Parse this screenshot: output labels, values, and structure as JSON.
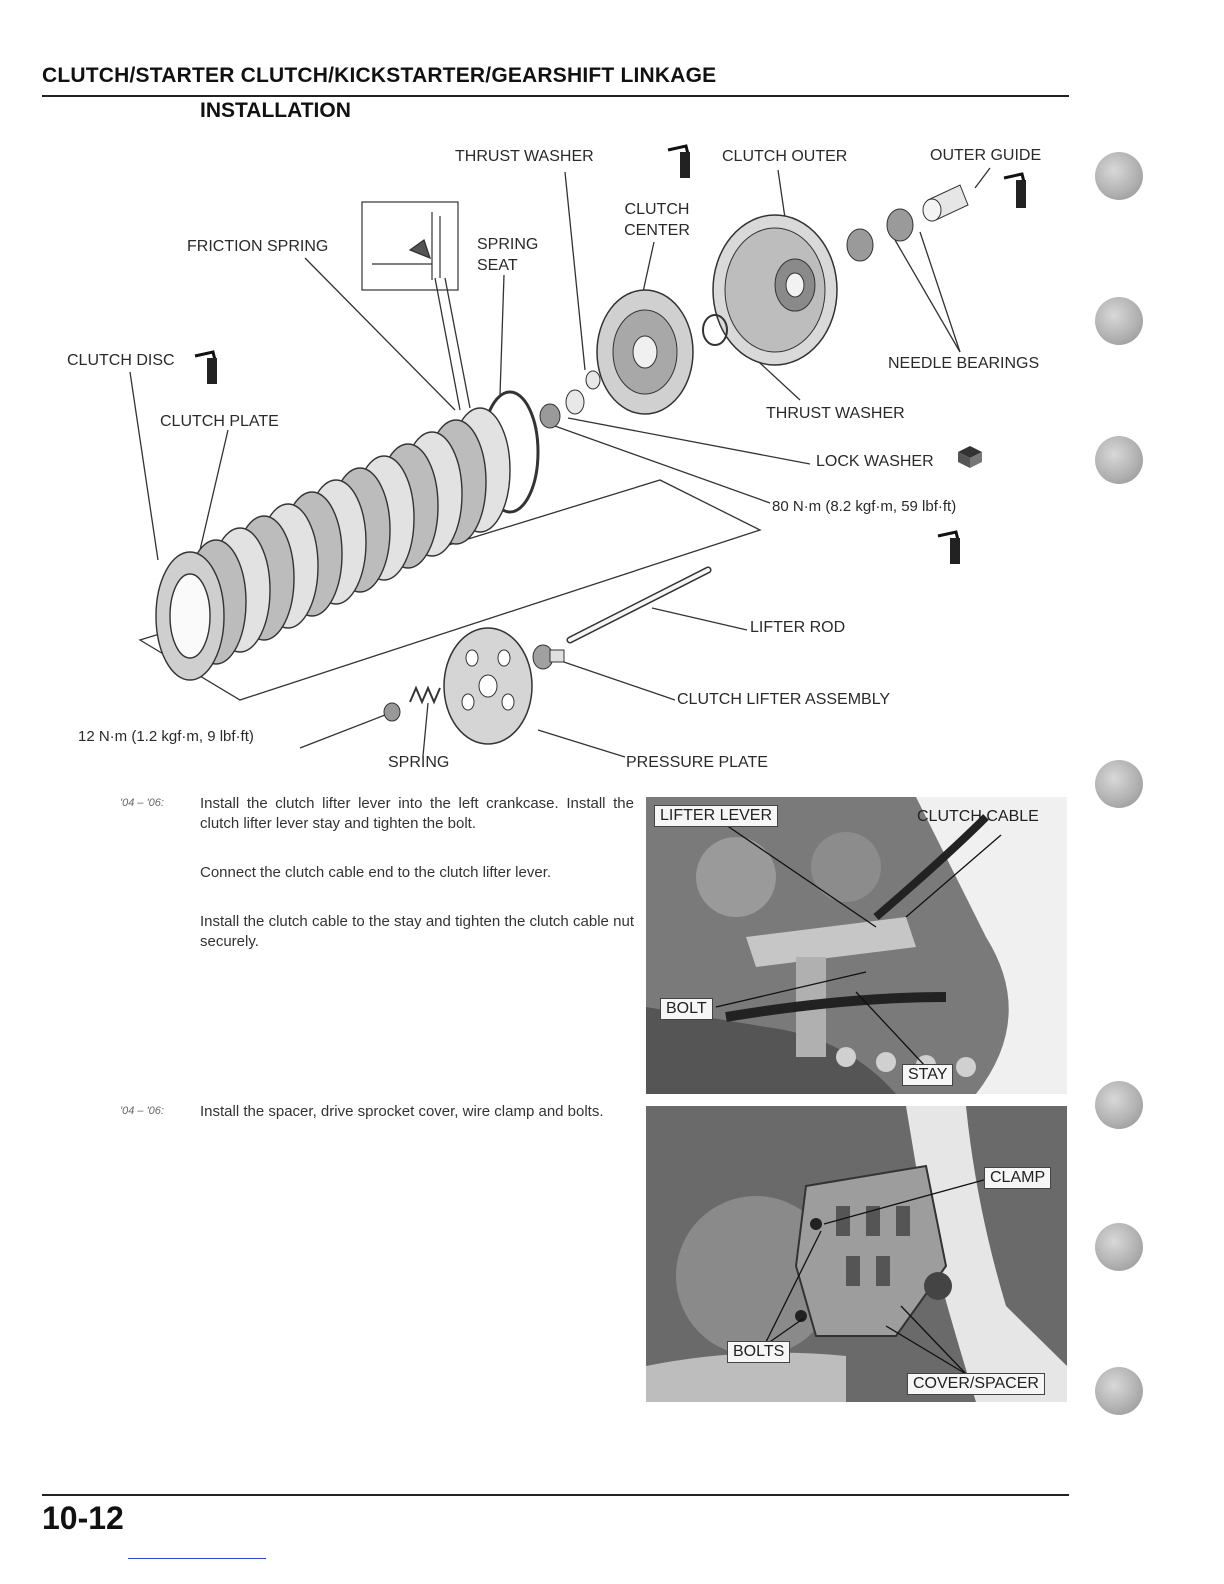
{
  "header": {
    "title": "CLUTCH/STARTER CLUTCH/KICKSTARTER/GEARSHIFT LINKAGE"
  },
  "section": {
    "title": "INSTALLATION"
  },
  "diagram": {
    "labels": {
      "thrust_washer_top": "THRUST WASHER",
      "clutch_outer": "CLUTCH OUTER",
      "outer_guide": "OUTER GUIDE",
      "clutch_center": "CLUTCH\nCENTER",
      "friction_spring": "FRICTION SPRING",
      "spring_seat": "SPRING\nSEAT",
      "clutch_disc": "CLUTCH DISC",
      "clutch_plate": "CLUTCH PLATE",
      "needle_bearings": "NEEDLE BEARINGS",
      "thrust_washer_mid": "THRUST WASHER",
      "lock_washer": "LOCK WASHER",
      "torque_80": "80 N·m (8.2 kgf·m, 59 lbf·ft)",
      "lifter_rod": "LIFTER ROD",
      "clutch_lifter_assembly": "CLUTCH LIFTER ASSEMBLY",
      "torque_12": "12 N·m (1.2 kgf·m, 9 lbf·ft)",
      "spring": "SPRING",
      "pressure_plate": "PRESSURE PLATE"
    },
    "new_badge": "NEW",
    "oil_badge": "OIL"
  },
  "instructions": [
    {
      "model": "'04 – '06:",
      "paragraphs": [
        "Install the clutch lifter lever into the left crankcase. Install the clutch lifter lever stay and tighten the bolt.",
        "Connect the clutch cable end to the clutch lifter lever.",
        "Install the clutch cable to the stay and tighten the clutch cable nut securely."
      ]
    },
    {
      "model": "'04 – '06:",
      "paragraphs": [
        "Install the spacer, drive sprocket cover, wire clamp and bolts."
      ]
    }
  ],
  "photo1": {
    "labels": {
      "lifter_lever": "LIFTER LEVER",
      "clutch_cable": "CLUTCH CABLE",
      "bolt": "BOLT",
      "stay": "STAY"
    }
  },
  "photo2": {
    "labels": {
      "clamp": "CLAMP",
      "bolts": "BOLTS",
      "cover_spacer": "COVER/SPACER"
    }
  },
  "footer": {
    "page_number": "10-12"
  },
  "colors": {
    "ink": "#222222",
    "photo_grey": "#6e6e6e",
    "tab_dot": "#b2b2b2",
    "link_blue": "#3344cc"
  }
}
